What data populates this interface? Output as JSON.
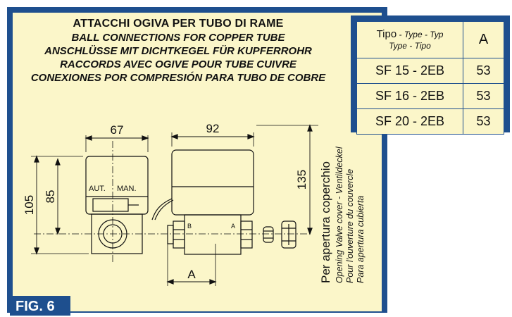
{
  "titles": {
    "main": "ATTACCHI OGIVA PER TUBO DI RAME",
    "en": "BALL CONNECTIONS FOR COPPER TUBE",
    "de": "ANSCHLÜSSE MIT DICHTKEGEL FÜR KUPFERROHR",
    "fr": "RACCORDS AVEC OGIVE POUR TUBE CUIVRE",
    "es": "CONEXIONES POR COMPRESIÓN PARA TUBO DE COBRE"
  },
  "figure_label": "FIG. 6",
  "table": {
    "header_type_main": "Tipo",
    "header_type_sep1": " - ",
    "header_type_it1": "Type - Typ",
    "header_type_it2": "Type - Tipo",
    "header_a": "A",
    "rows": [
      {
        "model": "SF 15 - 2EB",
        "a": "53"
      },
      {
        "model": "SF 16 - 2EB",
        "a": "53"
      },
      {
        "model": "SF 20 - 2EB",
        "a": "53"
      }
    ]
  },
  "diagram": {
    "dim_width_left": "67",
    "dim_width_right": "92",
    "dim_height_total": "105",
    "dim_height_body": "85",
    "dim_cover_opening": "135",
    "dim_a": "A",
    "label_aut": "AUT.",
    "label_man": "MAN.",
    "port_b": "B",
    "port_a": "A",
    "cover_it": "Per apertura coperchio",
    "cover_en": "Opening Valve cover - Ventildeckel",
    "cover_fr": "Pour l'ouverture du couvercle",
    "cover_es": "Para apertura cubierta"
  }
}
